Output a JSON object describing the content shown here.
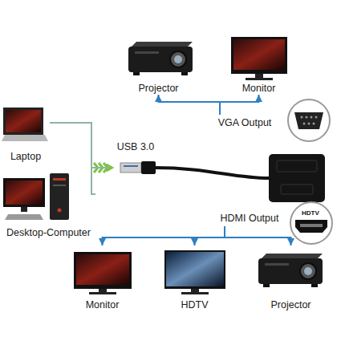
{
  "diagram": {
    "nodes": [
      {
        "text": [
          "Projector"
        ]
      },
      {
        "text": [
          "Monitor"
        ]
      },
      {
        "text": [
          "VGA Output"
        ]
      },
      {
        "text": [
          "USB 3.0"
        ]
      },
      {
        "text": [
          "HDMI Output"
        ]
      },
      {
        "text": [
          "Laptop"
        ]
      },
      {
        "text": [
          "Desktop-Computer"
        ]
      },
      {
        "text": [
          "Monitor"
        ]
      },
      {
        "text": [
          "HDTV"
        ]
      },
      {
        "text": [
          "Projector"
        ]
      }
    ],
    "edges": [
      {
        "from": 2,
        "to": 0,
        "arrow": "to"
      },
      {
        "from": 2,
        "to": 1,
        "arrow": "to"
      },
      {
        "from": 5,
        "to": 3,
        "arrow": "to"
      },
      {
        "from": 6,
        "to": 3,
        "arrow": "to"
      },
      {
        "from": 4,
        "to": 7,
        "arrow": "to"
      },
      {
        "from": 4,
        "to": 8,
        "arrow": "to"
      },
      {
        "from": 4,
        "to": 9,
        "arrow": "to"
      }
    ],
    "labels": [
      "HDTV"
    ]
  }
}
